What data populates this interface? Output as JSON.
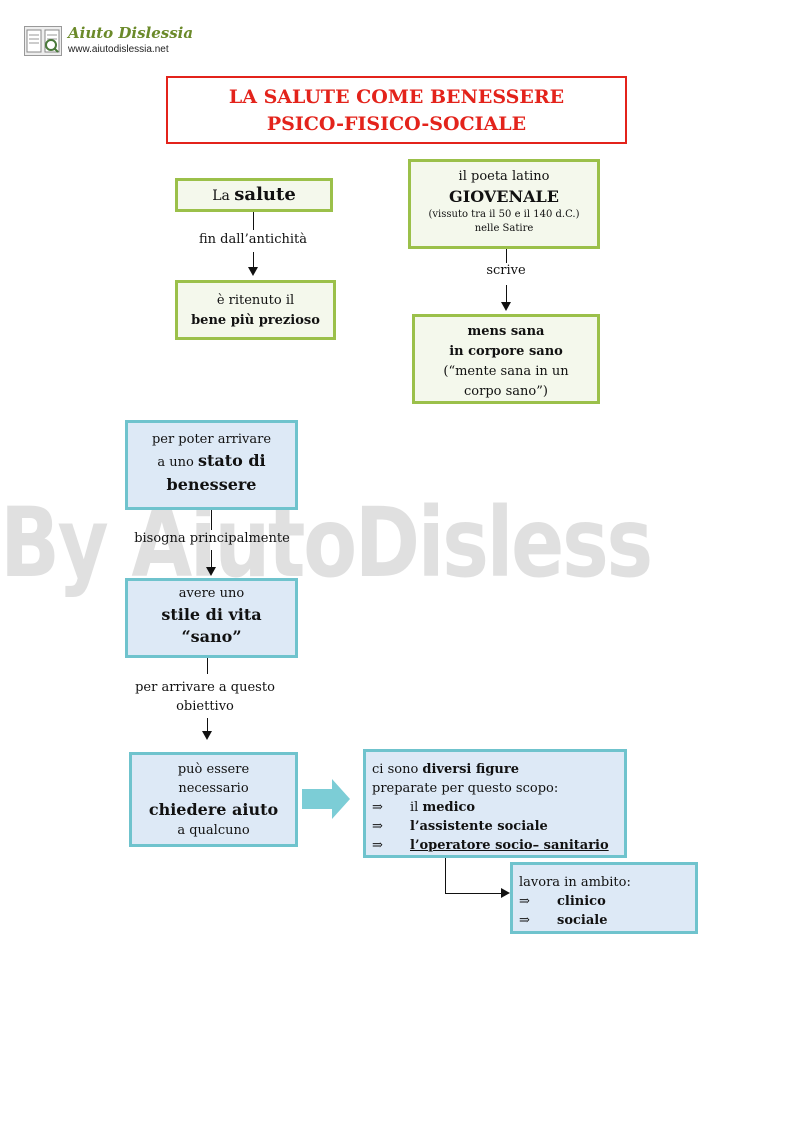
{
  "header": {
    "logo_text": "Aiuto Dislessia",
    "logo_url": "www.aiutodislessia.net"
  },
  "title": {
    "line1": "LA SALUTE COME BENESSERE",
    "line2": "PSICO-FISICO-SOCIALE"
  },
  "left_flow": {
    "box1_pre": "La ",
    "box1_bold": "salute",
    "link1": "fin dall’antichità",
    "box2_line1": "è ritenuto il",
    "box2_bold": "bene più prezioso"
  },
  "right_flow": {
    "box1_line1": "il poeta latino",
    "box1_bold": "GIOVENALE",
    "box1_line3": "(vissuto tra il 50 e il 140 d.C.)",
    "box1_line4": "nelle Satire",
    "link1": "scrive",
    "box2_bold1": "mens sana",
    "box2_bold2": "in corpore sano",
    "box2_line3": "(“mente sana in un",
    "box2_line4": "corpo sano”)"
  },
  "middle_flow": {
    "box1_line1": "per poter arrivare",
    "box1_line2_pre": "a uno ",
    "box1_line2_bold": "stato di",
    "box1_line3_bold": "benessere",
    "link1": "bisogna principalmente",
    "box2_line1": "avere uno",
    "box2_bold1": "stile di vita",
    "box2_bold2": "“sano”",
    "link2_line1": "per arrivare a questo",
    "link2_line2": "obiettivo",
    "box3_line1": "può essere",
    "box3_line2": "necessario",
    "box3_bold": "chiedere aiuto",
    "box3_line4": "a qualcuno"
  },
  "figures": {
    "line1_pre": "ci sono ",
    "line1_bold": "diversi figure",
    "line2": "preparate per questo scopo:",
    "bullet": "⇒",
    "item1_pre": "il ",
    "item1_bold": "medico",
    "item2_bold": "l’assistente sociale",
    "item3_bold": "l’operatore socio– sanitario"
  },
  "ambito": {
    "line1": "lavora in ambito:",
    "bullet": "⇒",
    "item1": "clinico",
    "item2": "sociale"
  },
  "watermark": "By AiutoDislessia.net",
  "colors": {
    "title_red": "#e3231b",
    "green_border": "#9bc04a",
    "blue_border": "#6fc3cd",
    "blue_fill": "#dde9f6",
    "arrow_teal": "#7ccdd6"
  }
}
